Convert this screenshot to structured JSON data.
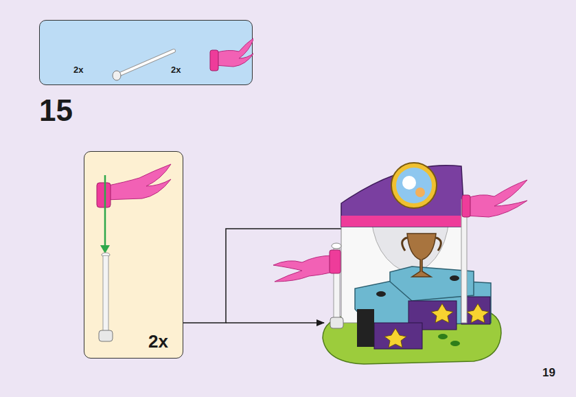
{
  "diagram": {
    "nodes": [
      {
        "text": [
          "2x",
          "2x"
        ]
      },
      {
        "text": [
          "2x"
        ]
      }
    ],
    "labels": [
      "15",
      "19"
    ]
  }
}
